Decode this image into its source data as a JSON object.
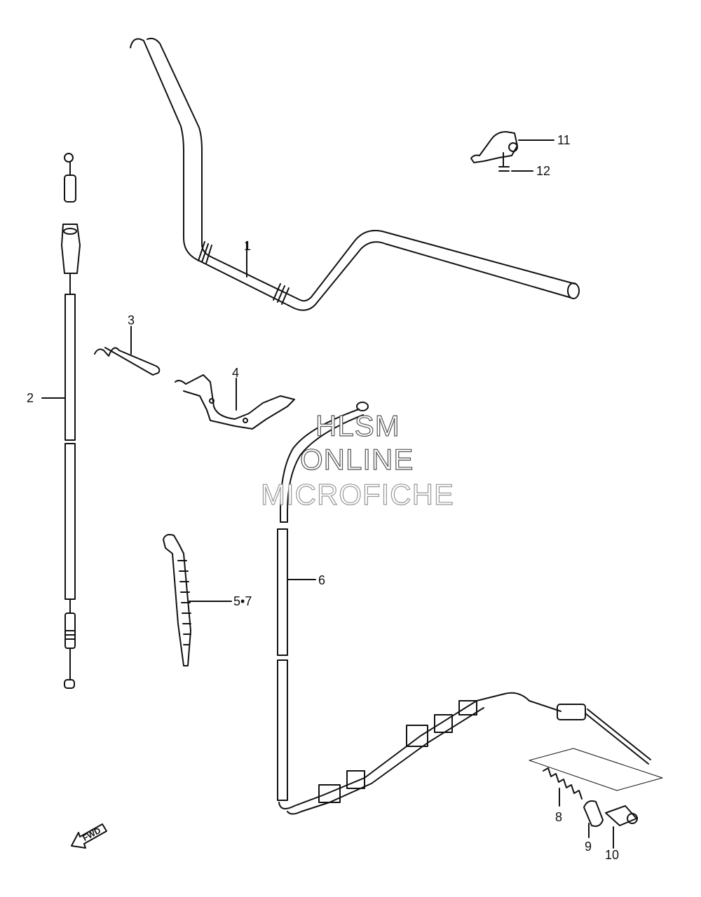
{
  "diagram": {
    "callouts": [
      {
        "id": "1",
        "text": "1"
      },
      {
        "id": "2",
        "text": "2"
      },
      {
        "id": "3",
        "text": "3"
      },
      {
        "id": "4",
        "text": "4"
      },
      {
        "id": "5-7",
        "text": "5•7"
      },
      {
        "id": "6",
        "text": "6"
      },
      {
        "id": "8",
        "text": "8"
      },
      {
        "id": "9",
        "text": "9"
      },
      {
        "id": "10",
        "text": "10"
      },
      {
        "id": "11",
        "text": "11"
      },
      {
        "id": "12",
        "text": "12"
      }
    ],
    "watermark": {
      "line1": "HLSM",
      "line2": "ONLINE",
      "line3": "MICROFICHE"
    },
    "fwd_label": "FWD"
  }
}
